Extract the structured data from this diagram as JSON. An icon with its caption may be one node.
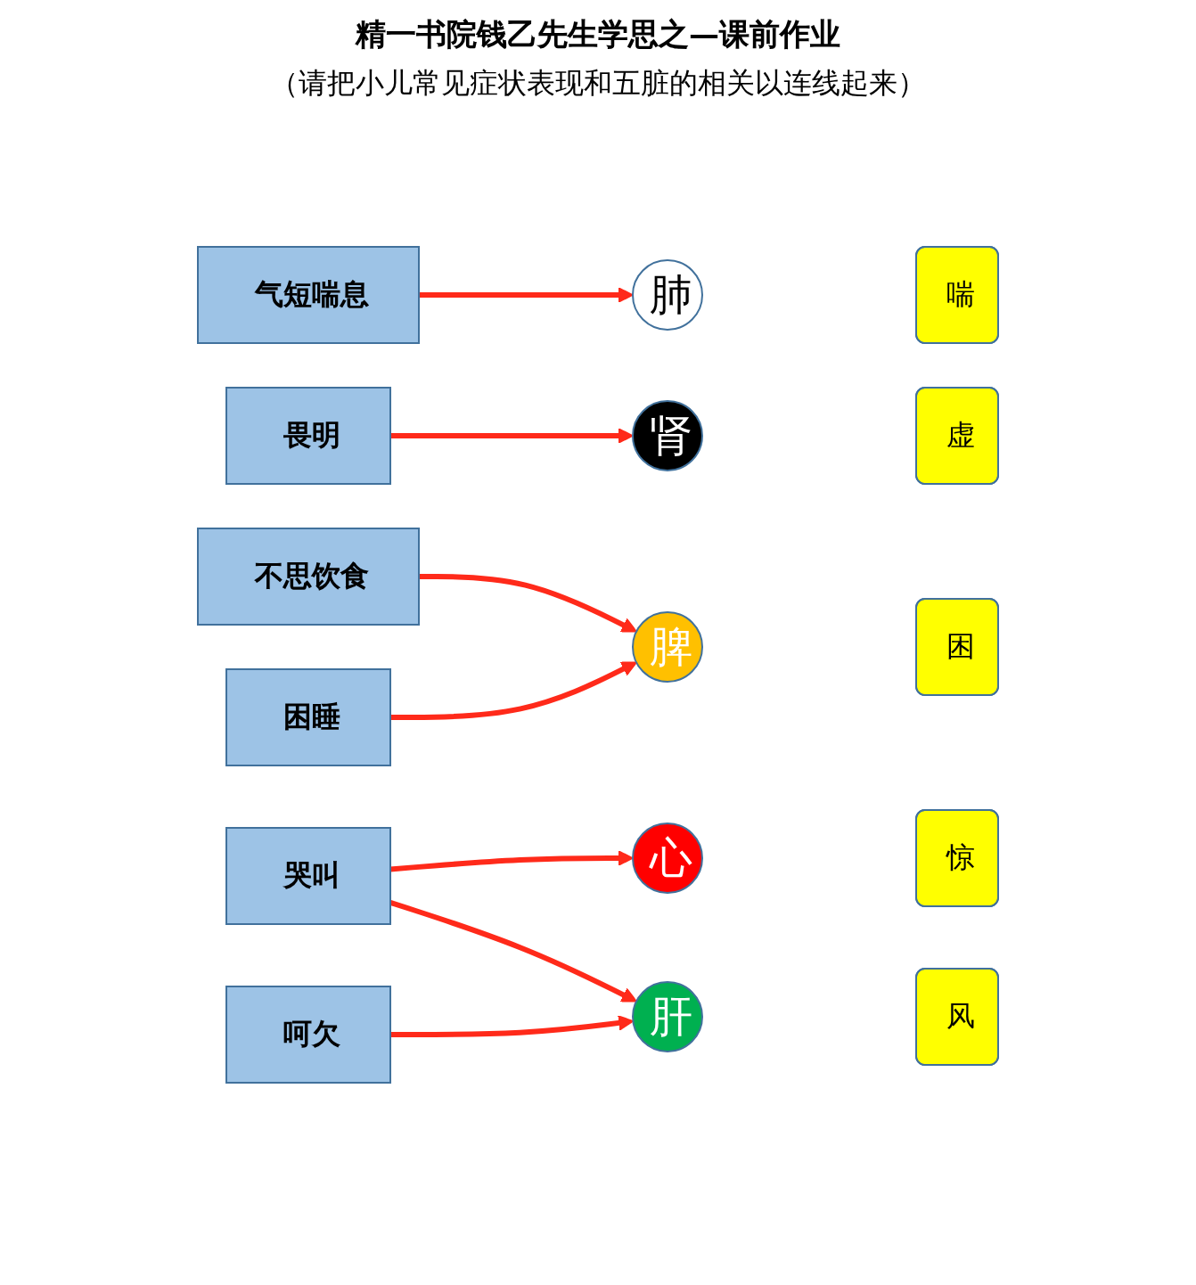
{
  "diagram": {
    "title": "精一书院钱乙先生学思之—课前作业",
    "nodes": [
      {
        "text": [
          "气短喘息"
        ]
      },
      {
        "text": [
          "畏明"
        ]
      },
      {
        "text": [
          "不思饮食"
        ]
      },
      {
        "text": [
          "哭叫"
        ]
      },
      {
        "text": [
          "困睡"
        ]
      },
      {
        "text": [
          "呵欠"
        ]
      },
      {
        "text": [
          "心"
        ]
      },
      {
        "text": [
          "肝"
        ]
      },
      {
        "text": [
          "脾"
        ]
      },
      {
        "text": [
          "肺"
        ]
      },
      {
        "text": [
          "肾"
        ]
      },
      {
        "text": [
          "惊"
        ]
      },
      {
        "text": [
          "风"
        ]
      },
      {
        "text": [
          "困"
        ]
      },
      {
        "text": [
          "喘"
        ]
      },
      {
        "text": [
          "虚"
        ]
      }
    ],
    "edges": [
      {
        "from": 0,
        "to": 9,
        "arrow": "to"
      },
      {
        "from": 1,
        "to": 10,
        "arrow": "to"
      },
      {
        "from": 2,
        "to": 8,
        "arrow": "to"
      },
      {
        "from": 3,
        "to": 6,
        "arrow": "to"
      },
      {
        "from": 3,
        "to": 7,
        "arrow": "to"
      },
      {
        "from": 4,
        "to": 8,
        "arrow": "to"
      },
      {
        "from": 5,
        "to": 7,
        "arrow": "to"
      }
    ],
    "labels": [
      "（请把小儿常见症状表现和五脏的相关以连线起来）"
    ]
  }
}
